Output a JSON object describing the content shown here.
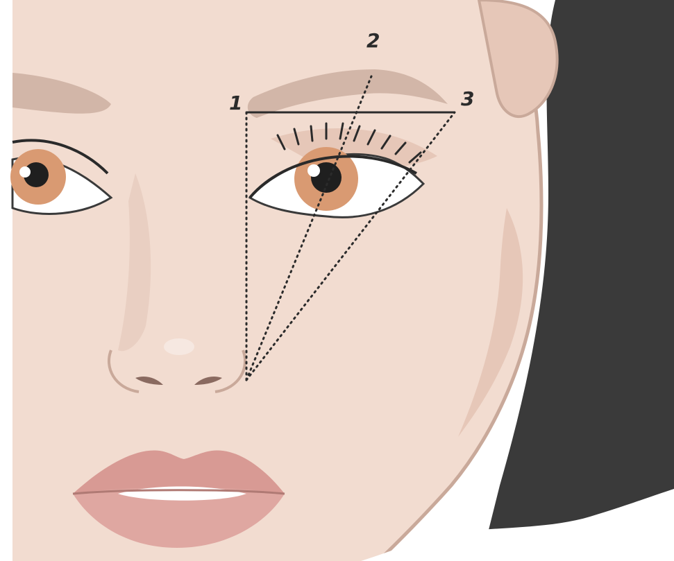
{
  "illustration": {
    "colors": {
      "skin": "#f2dcd0",
      "skin_shadow": "#e6c7b8",
      "contour": "#c9a99a",
      "hair": "#3a3a3a",
      "brow": "#d2b6a8",
      "iris": "#d99a72",
      "lips": "#d89a94",
      "guide_lines": "#2b2b2b"
    }
  },
  "markers": {
    "p1": "1",
    "p2": "2",
    "p3": "3"
  }
}
